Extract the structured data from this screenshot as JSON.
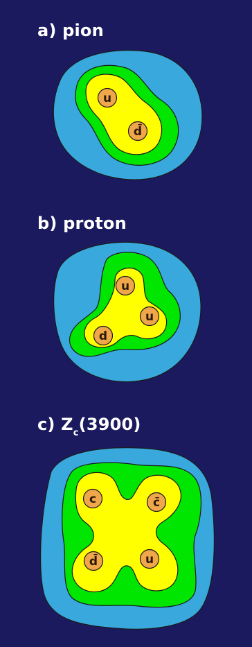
{
  "panels": {
    "pion": {
      "label": "a) pion",
      "quarks": [
        "u",
        "d̄"
      ]
    },
    "proton": {
      "label": "b) proton",
      "quarks": [
        "u",
        "u",
        "d"
      ]
    },
    "zc": {
      "label_prefix": "c) Z",
      "label_sub": "c",
      "label_suffix": "(3900)",
      "quarks": [
        "c",
        "c̄",
        "d̄",
        "u"
      ]
    }
  },
  "colors": {
    "background": "#1b1a5e",
    "outer_cloud": "#38a8dd",
    "middle_cloud": "#00e600",
    "inner_cloud": "#ffff00",
    "quark_fill": "#f0a64a",
    "outline": "#1a1a1a",
    "label_text": "#ffffff"
  }
}
